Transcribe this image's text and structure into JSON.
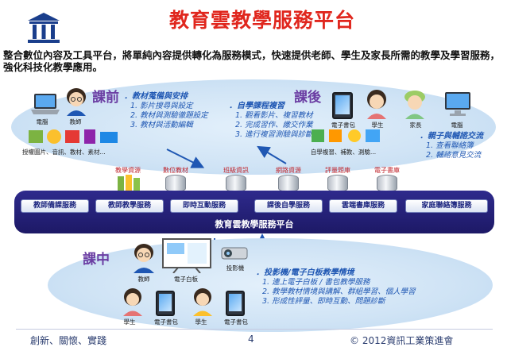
{
  "header": {
    "title": "教育雲教學服務平台",
    "intro": "整合數位內容及工具平台，將單純內容提供轉化為服務模式，快速提供老師、學生及家長所需的教學及學習服務，強化科技化教學應用。"
  },
  "before_class": {
    "label": "課前",
    "items": [
      "．教材蒐備與安排",
      "1. 影片搜尋與設定",
      "2. 教材與測驗徹題設定",
      "3. 教材與活動編輯"
    ],
    "computer_label": "電腦",
    "teacher_label": "教師",
    "materials_label": "授權圖片、音訊、教材、素材..."
  },
  "after_class": {
    "label": "課後",
    "items": [
      "．自學課程複習",
      "1. 觀看影片、複習教材",
      "2. 完成習作、繳交作業",
      "3. 進行複習測驗與診斷"
    ],
    "parent_items": [
      "．親子與輔諮交流",
      "1. 查看聯絡簿",
      "2. 輔諮意見交流"
    ],
    "ebook_label": "電子書包",
    "student_label": "學生",
    "parent_label": "家長",
    "computer_label": "電腦",
    "self_study_label": "自學複習、補教、測驗..."
  },
  "resources": [
    "教學資源",
    "數位教材",
    "班級資訊",
    "網路資源",
    "評量題庫",
    "電子書庫"
  ],
  "services": [
    "教師備課服務",
    "教師教學服務",
    "即時互動服務",
    "課後自學服務",
    "雲端書庫服務",
    "家庭聯絡簿服務"
  ],
  "platform_label": "教育雲教學服務平台",
  "in_class": {
    "label": "課中",
    "teacher_label": "教師",
    "whiteboard_label": "電子白板",
    "projector_label": "投影機",
    "students": [
      "學生",
      "學生"
    ],
    "ebooks": [
      "電子書包",
      "電子書包"
    ],
    "items": [
      "．投影機/電子白板教學情境",
      "1. 連上電子白板 / 書包教學服務",
      "2. 教學教材情境與講解、群組學習、個人學習",
      "3. 形成性評量、即時互動、問題診斷"
    ]
  },
  "footer": {
    "motto": "創新、關懷、實踐",
    "page": "4",
    "copyright": "© 2012資訊工業策進會"
  },
  "colors": {
    "title": "#e0261d",
    "phase": "#6b3ea3",
    "service_bar": "#2e2a8c",
    "cloud": "#cfe3f5"
  }
}
